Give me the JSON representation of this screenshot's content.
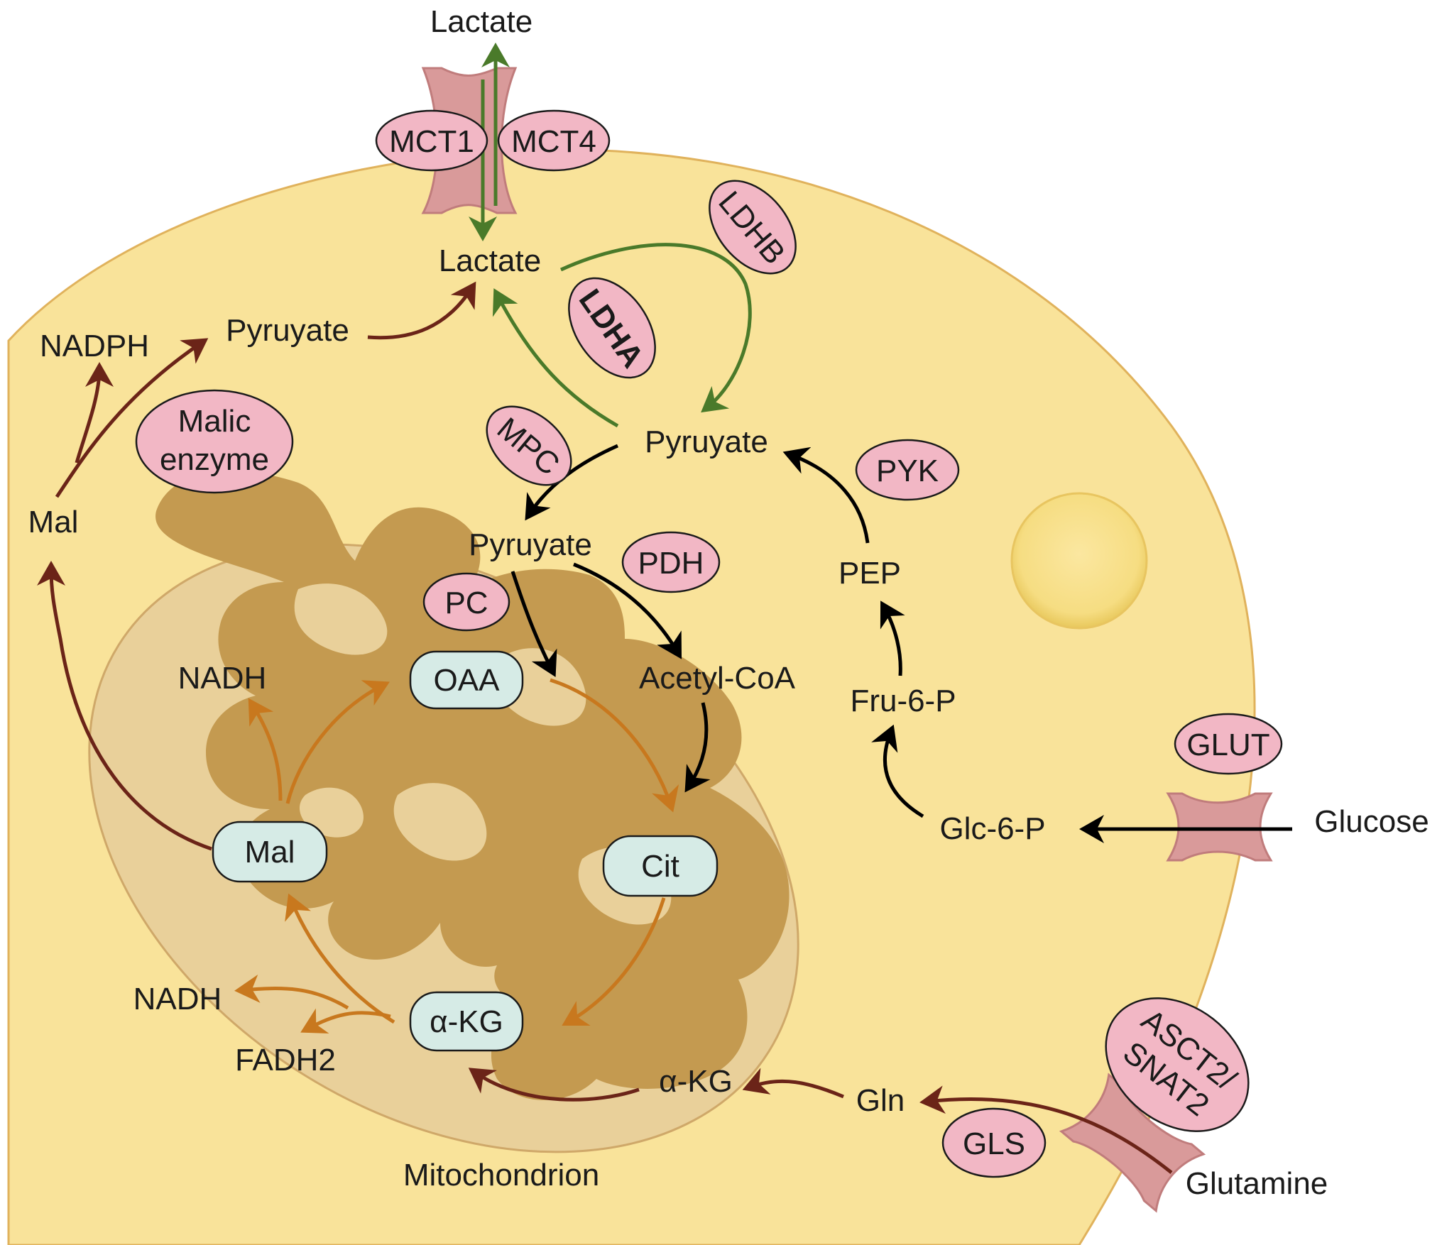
{
  "labels": {
    "lactate_out": "Lactate",
    "lactate_in": "Lactate",
    "pyruvate_cyto": "Pyruyate",
    "pyruvate_malic": "Pyruyate",
    "pyruvate_mito": "Pyruyate",
    "nadph": "NADPH",
    "mal_cyto": "Mal",
    "pep": "PEP",
    "fru6p": "Fru-6-P",
    "glc6p": "Glc-6-P",
    "glucose": "Glucose",
    "gln": "Gln",
    "glutamine": "Glutamine",
    "akg_cyto": "α-KG",
    "acetyl_coa": "Acetyl-CoA",
    "nadh_top": "NADH",
    "nadh_bottom": "NADH",
    "fadh2": "FADH2",
    "mitochondrion": "Mitochondrion"
  },
  "tca": {
    "oaa": "OAA",
    "cit": "Cit",
    "akg": "α-KG",
    "mal": "Mal"
  },
  "enzymes": {
    "mct1": "MCT1",
    "mct4": "MCT4",
    "ldhb": "LDHB",
    "ldha": "LDHA",
    "malic_1": "Malic",
    "malic_2": "enzyme",
    "mpc": "MPC",
    "pyk": "PYK",
    "pdh": "PDH",
    "pc": "PC",
    "glut": "GLUT",
    "asct_1": "ASCT2/",
    "asct_2": "SNAT2",
    "gls": "GLS"
  },
  "colors": {
    "cell_fill": "#f9e39a",
    "cell_stroke": "#e0b25c",
    "mito_outer": "#e9d09a",
    "mito_inner": "#c49a50",
    "enzyme_fill": "#f2b7c5",
    "tca_fill": "#d6ebe6",
    "transporter": "#d99a9a",
    "arrow_black": "#000000",
    "arrow_green": "#4a7a2a",
    "arrow_brown": "#6b2418",
    "arrow_orange": "#c8781e"
  }
}
